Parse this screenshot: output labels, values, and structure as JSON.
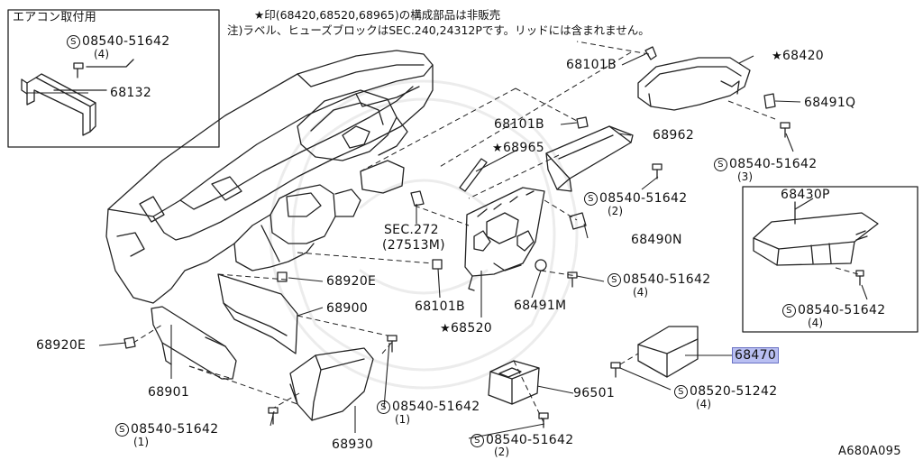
{
  "notes": {
    "line1": "★印(68420,68520,68965)の構成部品は非販売",
    "line2": "注)ラベル、ヒューズブロックはSEC.240,24312Pです。リッドには含まれません。"
  },
  "inset_aircon": {
    "title": "エアコン取付用",
    "bolt_part": "08540-51642",
    "bolt_qty": "(4)",
    "bracket_part": "68132"
  },
  "inset_pocket": {
    "part": "68430P",
    "bolt_part": "08540-51642",
    "bolt_qty": "(4)"
  },
  "labels": {
    "p68101B_a": "68101B",
    "p68420": "68420",
    "p68491Q": "68491Q",
    "p08540_3": "08540-51642",
    "q3": "(3)",
    "p68101B_b": "68101B",
    "p68962": "68962",
    "p68965": "68965",
    "p08540_2a": "08540-51642",
    "q2a": "(2)",
    "sec272": "SEC.272",
    "p27513M": "(27513M)",
    "p68490N": "68490N",
    "p68920E_a": "68920E",
    "p68101B_c": "68101B",
    "p08540_4": "08540-51642",
    "q4": "(4)",
    "p68900": "68900",
    "p68491M": "68491M",
    "p68520": "68520",
    "p68920E_b": "68920E",
    "p68470": "68470",
    "p08540_1a": "08540-51642",
    "q1a": "(1)",
    "p96501": "96501",
    "p08520": "08520-51242",
    "q4b": "(4)",
    "p68901": "68901",
    "p08540_1b": "08540-51642",
    "q1b": "(1)",
    "p08540_2b": "08540-51642",
    "q2b": "(2)",
    "p68930": "68930"
  },
  "symbols": {
    "star": "★",
    "screw": "S"
  },
  "figure_code": "A680A095",
  "colors": {
    "line": "#222222",
    "highlight": "#b9bff2"
  }
}
